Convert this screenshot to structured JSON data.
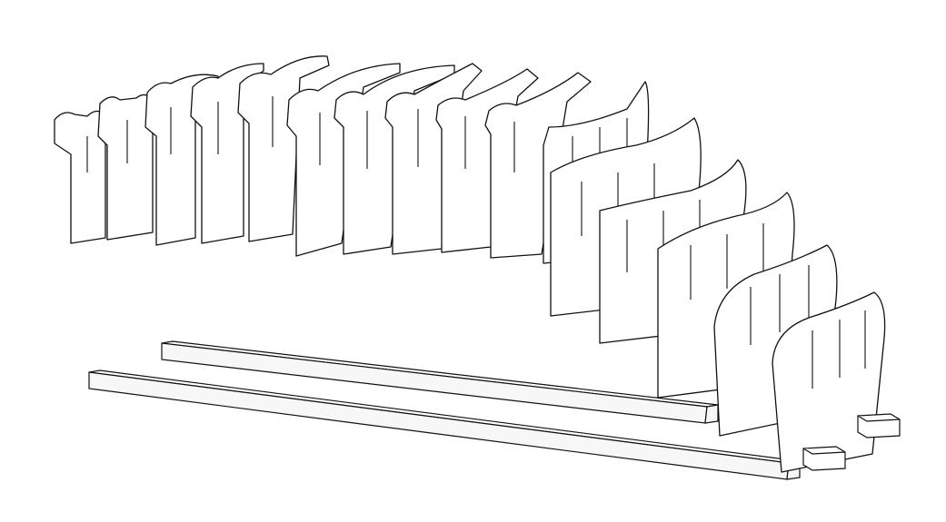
{
  "figure": {
    "description_visible_text": "",
    "colors": {
      "line": "#111111",
      "fill": "#ffffff",
      "background": "#ffffff"
    }
  },
  "frames": [
    {
      "id": "f1"
    },
    {
      "id": "f2"
    },
    {
      "id": "f3"
    },
    {
      "id": "f4"
    },
    {
      "id": "f5"
    },
    {
      "id": "f6"
    },
    {
      "id": "f7"
    },
    {
      "id": "f8"
    },
    {
      "id": "f9"
    },
    {
      "id": "f10"
    },
    {
      "id": "f11"
    },
    {
      "id": "f12"
    },
    {
      "id": "f13"
    },
    {
      "id": "f14"
    },
    {
      "id": "f15"
    },
    {
      "id": "f16"
    },
    {
      "id": "f17"
    },
    {
      "id": "f18"
    },
    {
      "id": "f19"
    }
  ],
  "stringers": [
    {
      "id": "keel-left"
    },
    {
      "id": "keel-right"
    }
  ]
}
